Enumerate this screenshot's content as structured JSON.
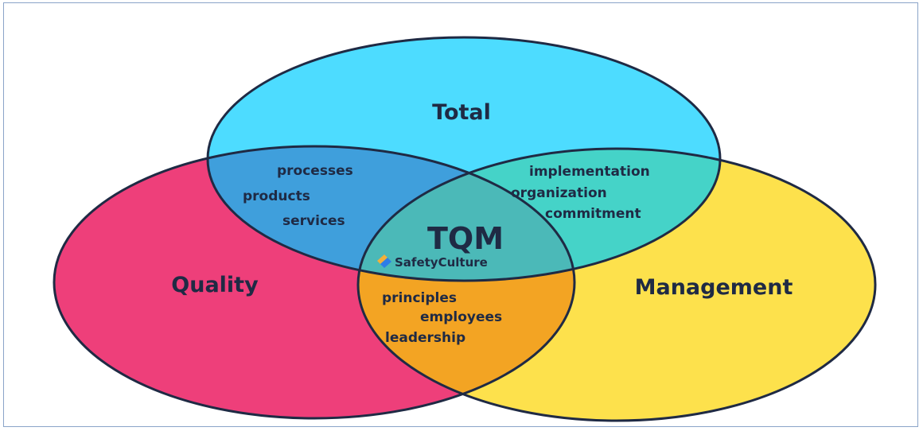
{
  "colors": {
    "total": "#4ddcff",
    "quality": "#ee3f7a",
    "management": "#fde14c",
    "total_quality": "#3f9fdc",
    "total_management": "#45d3c8",
    "quality_management": "#f3a423",
    "center": "#4bb9b8",
    "outline": "#1f2a44"
  },
  "circles": {
    "total": {
      "label": "Total"
    },
    "quality": {
      "label": "Quality"
    },
    "management": {
      "label": "Management"
    }
  },
  "overlaps": {
    "total_quality": [
      "processes",
      "products",
      "services"
    ],
    "total_management": [
      "implementation",
      "organization",
      "commitment"
    ],
    "quality_management": [
      "principles",
      "employees",
      "leadership"
    ]
  },
  "center": {
    "title": "TQM",
    "brand": "SafetyCulture",
    "brand_icon": "safetyculture-logo-icon"
  }
}
